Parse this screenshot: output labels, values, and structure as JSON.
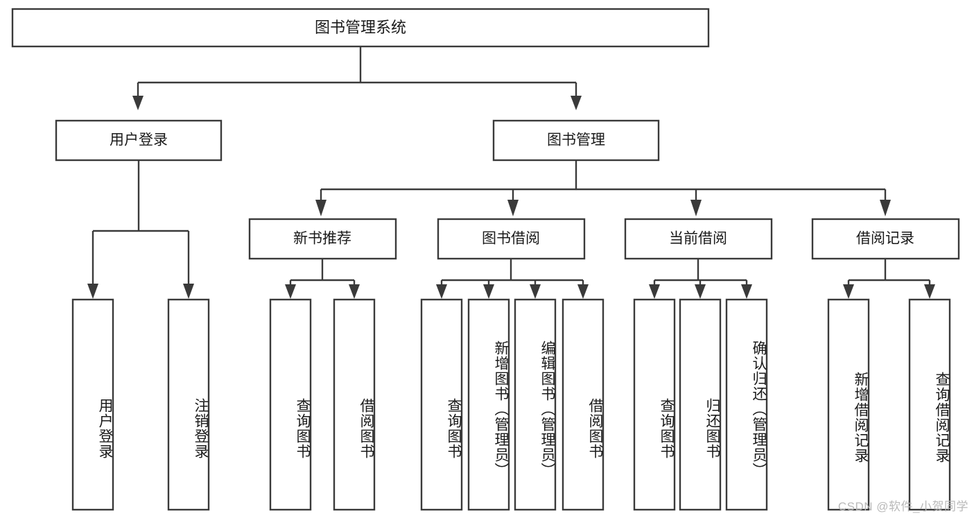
{
  "diagram": {
    "type": "tree-hierarchy",
    "title": "图书管理系统",
    "watermark": "CSDN @软件_小贺同学",
    "colors": {
      "stroke": "#3a3a3a",
      "fill": "#ffffff",
      "text": "#1a1a1a",
      "watermark": "#b9b9b9",
      "background": "#ffffff"
    },
    "root": {
      "label": "图书管理系统",
      "orientation": "horizontal"
    },
    "level1": [
      {
        "label": "用户登录",
        "orientation": "horizontal"
      },
      {
        "label": "图书管理",
        "orientation": "horizontal"
      }
    ],
    "level2": [
      {
        "label": "新书推荐",
        "orientation": "horizontal"
      },
      {
        "label": "图书借阅",
        "orientation": "horizontal"
      },
      {
        "label": "当前借阅",
        "orientation": "horizontal"
      },
      {
        "label": "借阅记录",
        "orientation": "horizontal"
      }
    ],
    "leaves": {
      "user_login": [
        {
          "label": "用户登录",
          "orientation": "vertical"
        },
        {
          "label": "注销登录",
          "orientation": "vertical"
        }
      ],
      "new_book_recommend": [
        {
          "label": "查询图书",
          "orientation": "vertical"
        },
        {
          "label": "借阅图书",
          "orientation": "vertical"
        }
      ],
      "book_borrow": [
        {
          "label": "查询图书",
          "orientation": "vertical"
        },
        {
          "label": "新增图书（管理员）",
          "orientation": "vertical"
        },
        {
          "label": "编辑图书（管理员）",
          "orientation": "vertical"
        },
        {
          "label": "借阅图书",
          "orientation": "vertical"
        }
      ],
      "current_borrow": [
        {
          "label": "查询图书",
          "orientation": "vertical"
        },
        {
          "label": "归还图书",
          "orientation": "vertical"
        },
        {
          "label": "确认归还（管理员）",
          "orientation": "vertical"
        }
      ],
      "borrow_record": [
        {
          "label": "新增借阅记录",
          "orientation": "vertical"
        },
        {
          "label": "查询借阅记录",
          "orientation": "vertical"
        }
      ]
    }
  }
}
